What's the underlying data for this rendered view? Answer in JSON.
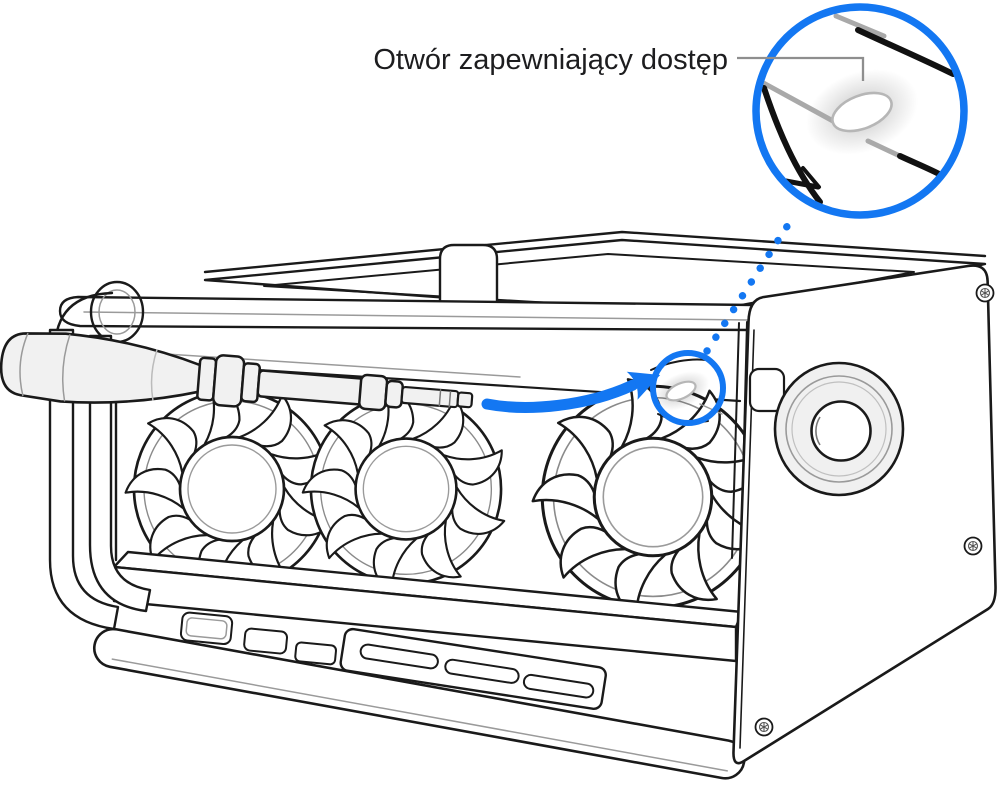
{
  "callout": {
    "label": "Otwór zapewniający dostęp"
  },
  "figure": {
    "description": "Mac Pro lezacy na boku ze srubokretem wskazujacym otwor dostepu; powiekszony widok otworu w niebieskim okregu",
    "fan_count": 3,
    "screw_count": 3
  },
  "colors": {
    "accent_blue": "#1377f2",
    "leader_gray": "#8e8e8e",
    "line_black": "#1a1a1a",
    "fill_light": "#f1f1f1",
    "background": "#ffffff"
  }
}
